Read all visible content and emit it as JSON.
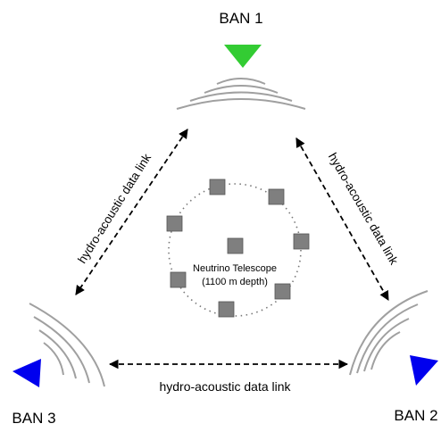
{
  "stations": {
    "ban1": {
      "label": "BAN 1",
      "color": "#33cc33"
    },
    "ban2": {
      "label": "BAN 2",
      "color": "#0000ee"
    },
    "ban3": {
      "label": "BAN 3",
      "color": "#0000ee"
    }
  },
  "links": {
    "left": "hydro-acoustic data link",
    "right": "hydro-acoustic data link",
    "bottom": "hydro-acoustic data link"
  },
  "telescope": {
    "line1": "Neutrino Telescope",
    "line2": "(1100 m depth)"
  },
  "colors": {
    "wave": "#a0a0a0",
    "sensor": "#7f7f7f",
    "sensor_border": "#555555",
    "arrow": "#000000"
  }
}
